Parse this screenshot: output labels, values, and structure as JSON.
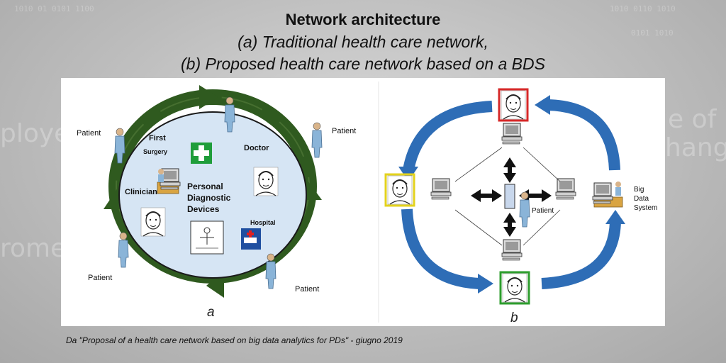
{
  "title": {
    "main": "Network architecture",
    "line_a": "(a) Traditional health care network,",
    "line_b": "(b) Proposed health care network based on a BDS"
  },
  "background_words": {
    "left_top": "ploye",
    "left_mid": "rome",
    "right_top": "e of",
    "right_mid": "hange"
  },
  "diagram_a": {
    "letter": "a",
    "patients": [
      "Patient",
      "Patient",
      "Patient",
      "Patient"
    ],
    "first": "First",
    "surgery": "Surgery",
    "doctor": "Doctor",
    "clinician": "Clinician",
    "personal": "Personal",
    "diagnostic": "Diagnostic",
    "devices": "Devices",
    "hospital": "Hospital",
    "colors": {
      "ring": "#2f5a1f",
      "center": "#d6e5f4",
      "cross": "#1f9d3a"
    }
  },
  "diagram_b": {
    "letter": "b",
    "patient": "Patient",
    "big": "Big",
    "data": "Data",
    "system": "System",
    "colors": {
      "arrow": "#2e6db6",
      "frame_top": "#d62828",
      "frame_left": "#e3d21c",
      "frame_bottom": "#2e9d2e"
    }
  },
  "caption": "Da \"Proposal of a health care network based on big data analytics for PDs\" - giugno 2019"
}
